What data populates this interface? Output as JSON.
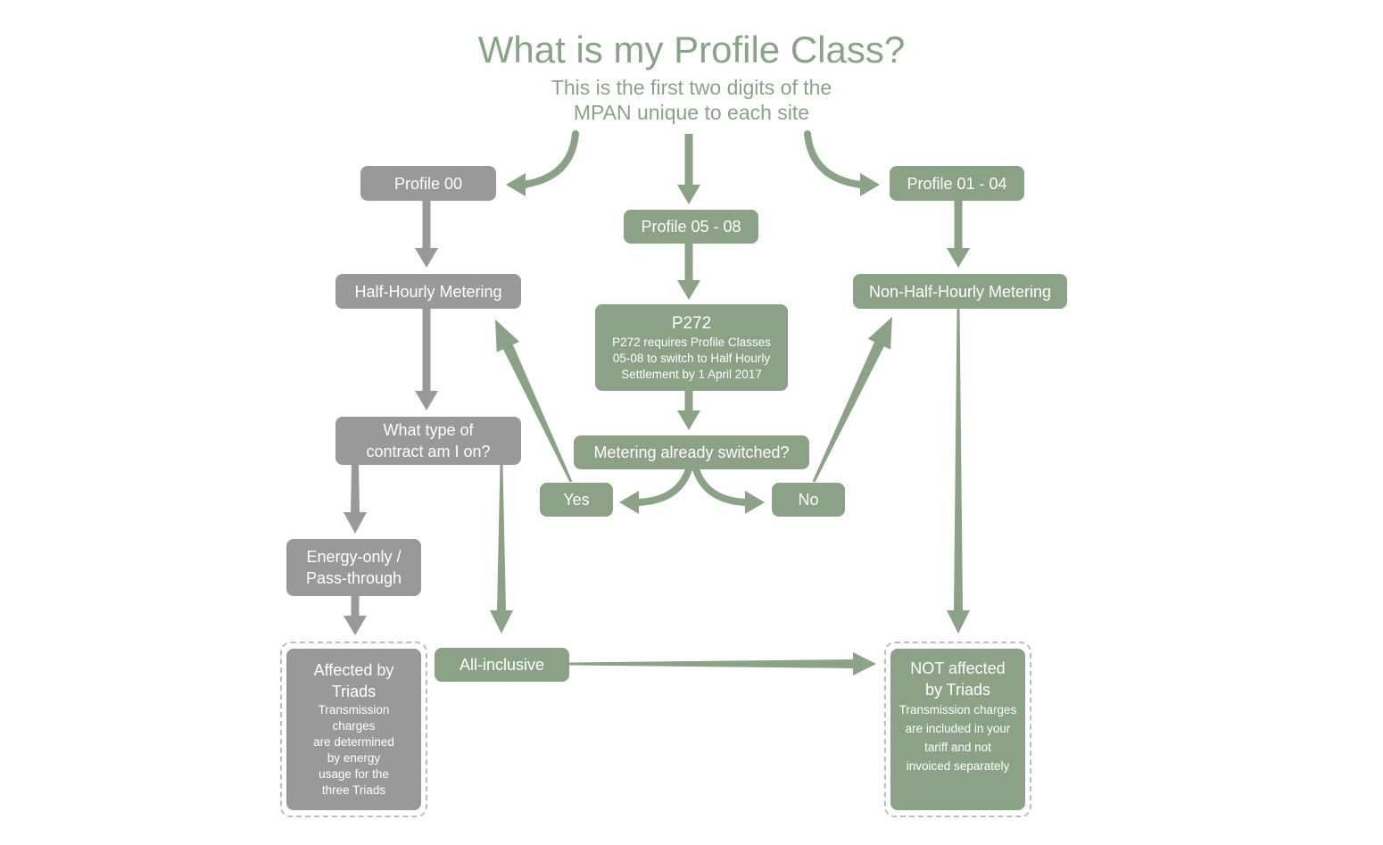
{
  "title": "What is my Profile Class?",
  "subtitle": [
    "This is the first two digits of the",
    "MPAN unique to each site"
  ],
  "colors": {
    "green": "#8ba287",
    "grey": "#999999"
  },
  "nodes": {
    "profile_00": "Profile 00",
    "profile_05_08": "Profile 05 - 08",
    "profile_01_04": "Profile 01 - 04",
    "half_hourly": "Half-Hourly Metering",
    "non_half_hourly": "Non-Half-Hourly Metering",
    "p272_title": "P272",
    "p272_text": [
      "P272 requires Profile Classes",
      "05-08 to switch to Half Hourly",
      "Settlement by 1 April 2017"
    ],
    "contract_type": [
      "What type of",
      "contract am I on?"
    ],
    "already_switched": "Metering already switched?",
    "yes": "Yes",
    "no": "No",
    "energy_only": [
      "Energy-only /",
      "Pass-through"
    ],
    "all_inclusive": "All-inclusive",
    "affected_title": [
      "Affected by",
      "Triads"
    ],
    "affected_text": [
      "Transmission",
      "charges",
      "are determined",
      "by energy",
      "usage for the",
      "three Triads"
    ],
    "not_affected_title": [
      "NOT affected",
      "by Triads"
    ],
    "not_affected_text": [
      "Transmission charges",
      "are included in your",
      "tariff and not",
      "invoiced separately"
    ]
  }
}
